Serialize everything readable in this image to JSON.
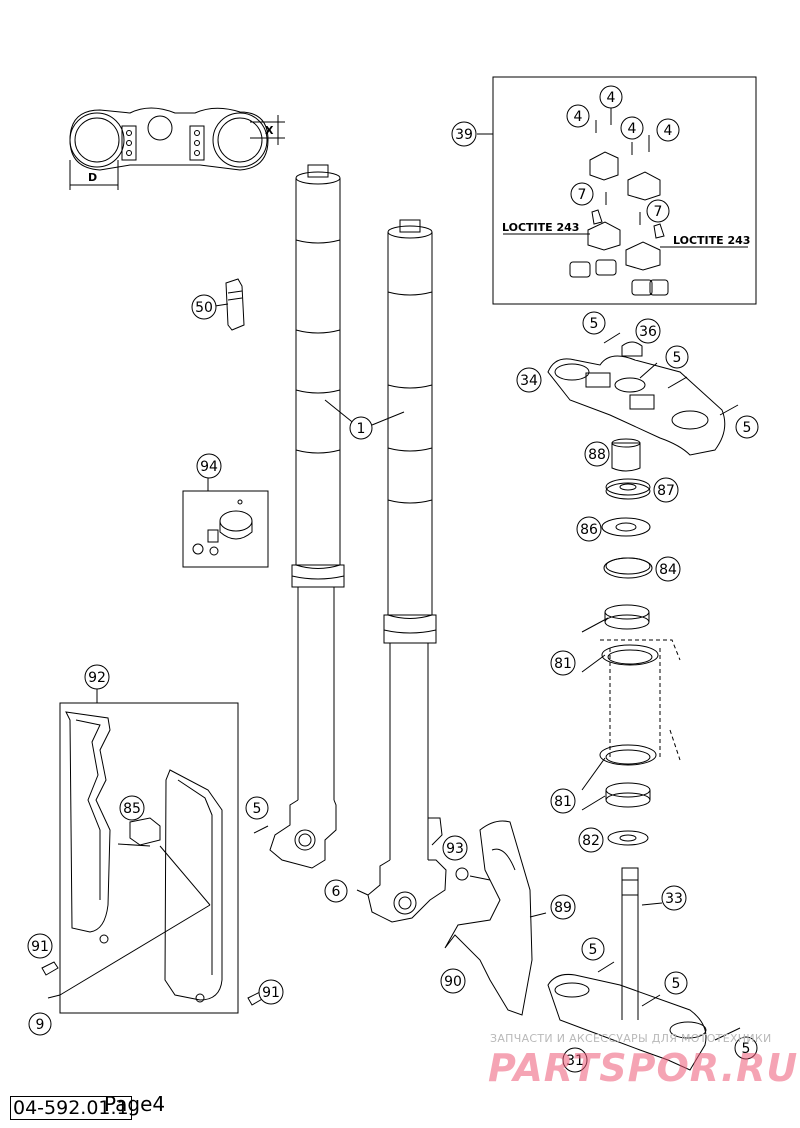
{
  "document": {
    "code": "04-592.01.1",
    "page": "Page4"
  },
  "dimension_labels": {
    "d": "D",
    "x": "X"
  },
  "loctite_labels": [
    "LOCTITE 243",
    "LOCTITE 243"
  ],
  "callouts": [
    {
      "id": "c1",
      "text": "1"
    },
    {
      "id": "c4a",
      "text": "4"
    },
    {
      "id": "c4b",
      "text": "4"
    },
    {
      "id": "c4c",
      "text": "4"
    },
    {
      "id": "c4d",
      "text": "4"
    },
    {
      "id": "c39",
      "text": "39"
    },
    {
      "id": "c7a",
      "text": "7"
    },
    {
      "id": "c7b",
      "text": "7"
    },
    {
      "id": "c50",
      "text": "50"
    },
    {
      "id": "c5a",
      "text": "5"
    },
    {
      "id": "c36",
      "text": "36"
    },
    {
      "id": "c5b",
      "text": "5"
    },
    {
      "id": "c34",
      "text": "34"
    },
    {
      "id": "c5c",
      "text": "5"
    },
    {
      "id": "c88",
      "text": "88"
    },
    {
      "id": "c87",
      "text": "87"
    },
    {
      "id": "c94",
      "text": "94"
    },
    {
      "id": "c86",
      "text": "86"
    },
    {
      "id": "c84",
      "text": "84"
    },
    {
      "id": "c92",
      "text": "92"
    },
    {
      "id": "c81a",
      "text": "81"
    },
    {
      "id": "c81b",
      "text": "81"
    },
    {
      "id": "c85",
      "text": "85"
    },
    {
      "id": "c5d",
      "text": "5"
    },
    {
      "id": "c82",
      "text": "82"
    },
    {
      "id": "c93",
      "text": "93"
    },
    {
      "id": "c33",
      "text": "33"
    },
    {
      "id": "c6",
      "text": "6"
    },
    {
      "id": "c89",
      "text": "89"
    },
    {
      "id": "c91a",
      "text": "91"
    },
    {
      "id": "c5e",
      "text": "5"
    },
    {
      "id": "c90",
      "text": "90"
    },
    {
      "id": "c5f",
      "text": "5"
    },
    {
      "id": "c91b",
      "text": "91"
    },
    {
      "id": "c9",
      "text": "9"
    },
    {
      "id": "c5g",
      "text": "5"
    },
    {
      "id": "c31",
      "text": "31"
    }
  ],
  "watermark": {
    "line1": "ЗАПЧАСТИ И АКСЕССУАРЫ ДЛЯ МОТОТЕХНИКИ",
    "logo": "PARTSPOR.RU"
  },
  "colors": {
    "line": "#000000",
    "watermark_logo": "#ee5a78",
    "watermark_text": "#b9b9b9"
  }
}
